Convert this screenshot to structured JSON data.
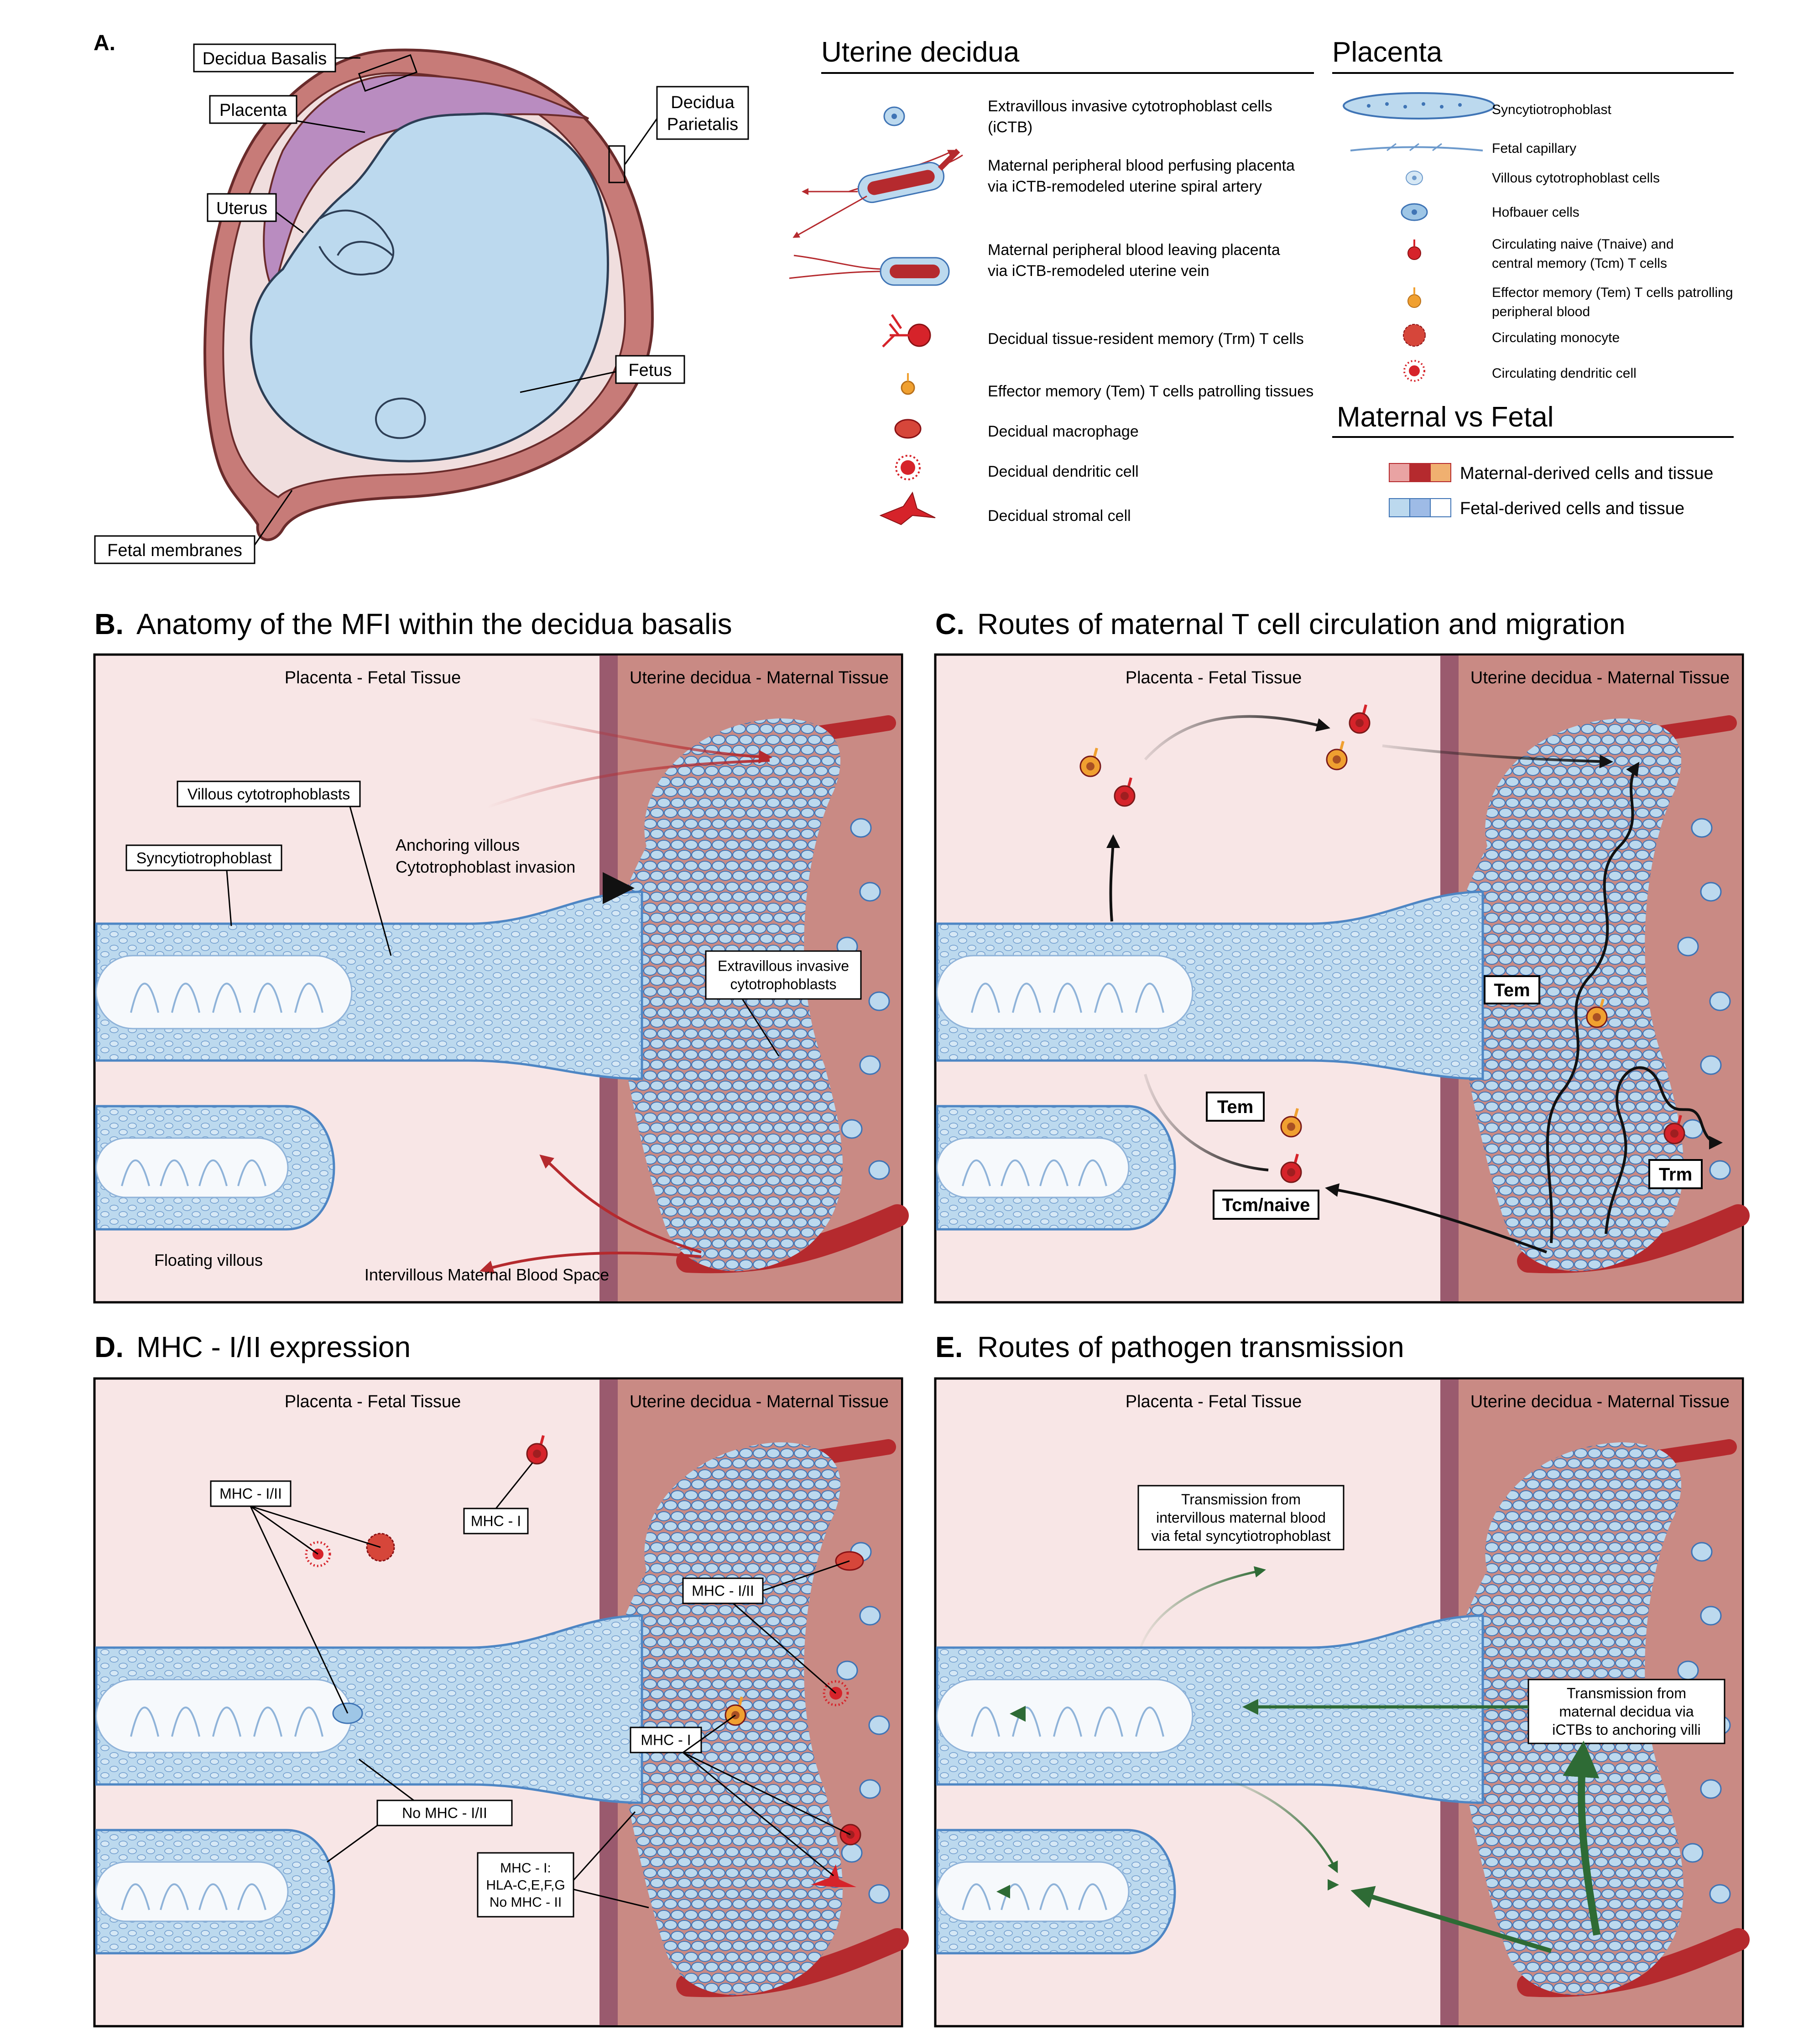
{
  "colors": {
    "fetal_fill": "#bcd9ee",
    "fetal_stroke": "#4e86c4",
    "maternal_panel_bg": "#c98a84",
    "maternal_band": "#9a5a6e",
    "fetal_panel_bg": "#f8e6e6",
    "uterus_wall": "#c77b78",
    "placenta_purple": "#b98cc0",
    "red_vessel": "#b52a2e",
    "tem_orange": "#f0a030",
    "green_arrow": "#2e6b35"
  },
  "panelA": {
    "letter": "A.",
    "labels": {
      "decidua_basalis": "Decidua Basalis",
      "placenta": "Placenta",
      "decidua_parietalis_1": "Decidua",
      "decidua_parietalis_2": "Parietalis",
      "uterus": "Uterus",
      "fetus": "Fetus",
      "fetal_membranes": "Fetal membranes"
    }
  },
  "legend": {
    "uterine_title": "Uterine decidua",
    "placenta_title": "Placenta",
    "mvf_title": "Maternal vs Fetal",
    "uterine_items": [
      {
        "lines": [
          "Extravillous invasive cytotrophoblast cells",
          "(iCTB)"
        ],
        "icon": "ictb-cell-icon"
      },
      {
        "lines": [
          "Maternal peripheral blood perfusing placenta",
          "via iCTB-remodeled uterine spiral artery"
        ],
        "icon": "spiral-artery-icon"
      },
      {
        "lines": [
          "Maternal peripheral blood leaving placenta",
          "via iCTB-remodeled uterine vein"
        ],
        "icon": "uterine-vein-icon"
      },
      {
        "lines": [
          "Decidual tissue-resident memory (Trm) T cells"
        ],
        "icon": "trm-cell-icon"
      },
      {
        "lines": [
          "Effector memory (Tem) T cells patrolling tissues"
        ],
        "icon": "tem-cell-icon"
      },
      {
        "lines": [
          "Decidual macrophage"
        ],
        "icon": "macrophage-icon"
      },
      {
        "lines": [
          "Decidual dendritic cell"
        ],
        "icon": "dendritic-cell-icon"
      },
      {
        "lines": [
          "Decidual stromal cell"
        ],
        "icon": "stromal-cell-icon"
      }
    ],
    "placenta_items": [
      {
        "lines": [
          "Syncytiotrophoblast"
        ],
        "icon": "syncytiotrophoblast-icon"
      },
      {
        "lines": [
          "Fetal capillary"
        ],
        "icon": "fetal-capillary-icon"
      },
      {
        "lines": [
          "Villous cytotrophoblast cells"
        ],
        "icon": "villous-ctb-icon"
      },
      {
        "lines": [
          "Hofbauer cells"
        ],
        "icon": "hofbauer-cell-icon"
      },
      {
        "lines": [
          "Circulating naive (Tnaive) and",
          "central memory (Tcm) T cells"
        ],
        "icon": "tnaive-cell-icon"
      },
      {
        "lines": [
          "Effector memory (Tem) T cells patrolling",
          "peripheral blood"
        ],
        "icon": "tem-blood-icon"
      },
      {
        "lines": [
          "Circulating monocyte"
        ],
        "icon": "monocyte-icon"
      },
      {
        "lines": [
          "Circulating dendritic cell"
        ],
        "icon": "circ-dendritic-icon"
      }
    ],
    "mvf_items": [
      {
        "text": "Maternal-derived cells and tissue"
      },
      {
        "text": "Fetal-derived cells and tissue"
      }
    ]
  },
  "panelB": {
    "letter": "B.",
    "title": "Anatomy of the MFI within the decidua basalis",
    "fetal_header": "Placenta - Fetal Tissue",
    "maternal_header": "Uterine decidua - Maternal Tissue",
    "villous_ctb": "Villous cytotrophoblasts",
    "syncytio": "Syncytiotrophoblast",
    "anchoring_1": "Anchoring villous",
    "anchoring_2": "Cytotrophoblast invasion",
    "evt_1": "Extravillous invasive",
    "evt_2": "cytotrophoblasts",
    "floating": "Floating villous",
    "intervillous": "Intervillous Maternal Blood Space"
  },
  "panelC": {
    "letter": "C.",
    "title": "Routes of maternal T cell circulation and migration",
    "fetal_header": "Placenta - Fetal Tissue",
    "maternal_header": "Uterine decidua - Maternal Tissue",
    "tem_a": "Tem",
    "tem_b": "Tem",
    "trm": "Trm",
    "tcm": "Tcm/naive"
  },
  "panelD": {
    "letter": "D.",
    "title": "MHC - I/II expression",
    "fetal_header": "Placenta - Fetal Tissue",
    "maternal_header": "Uterine decidua - Maternal Tissue",
    "mhc12_a": "MHC - I/II",
    "mhc1_a": "MHC - I",
    "mhc12_b": "MHC - I/II",
    "mhc1_b": "MHC - I",
    "no_mhc": "No MHC - I/II",
    "hla_1": "MHC - I:",
    "hla_2": "HLA-C,E,F,G",
    "hla_3": "No MHC - II"
  },
  "panelE": {
    "letter": "E.",
    "title": "Routes of pathogen transmission",
    "fetal_header": "Placenta - Fetal Tissue",
    "maternal_header": "Uterine decidua - Maternal Tissue",
    "trans1_1": "Transmission from",
    "trans1_2": "intervillous maternal blood",
    "trans1_3": "via fetal syncytiotrophoblast",
    "trans2_1": "Transmission from",
    "trans2_2": "maternal decidua via",
    "trans2_3": "iCTBs to anchoring villi"
  }
}
